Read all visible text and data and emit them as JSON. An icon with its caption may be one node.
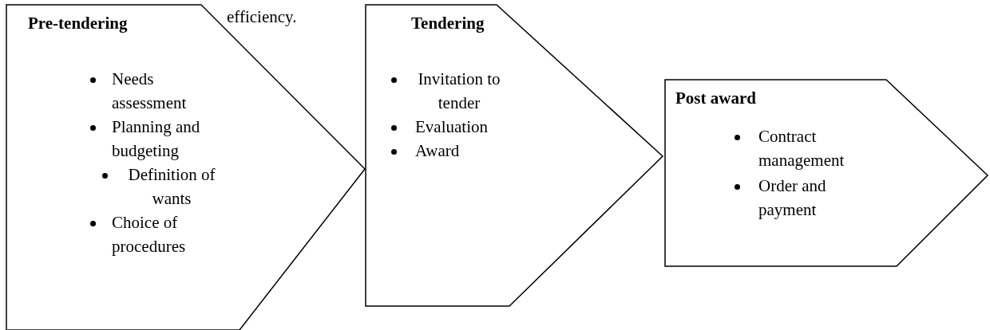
{
  "diagram": {
    "nodes": [
      {
        "text": [
          "Pre-tendering",
          "Needs assessment",
          "Planning and budgeting",
          "Definition of wants",
          "Choice of procedures"
        ]
      },
      {
        "text": [
          "Tendering",
          "Invitation to tender",
          "Evaluation",
          "Award"
        ]
      },
      {
        "text": [
          "Post award",
          "Contract management",
          "Order and payment"
        ]
      }
    ],
    "labels": [
      "efficiency."
    ]
  }
}
